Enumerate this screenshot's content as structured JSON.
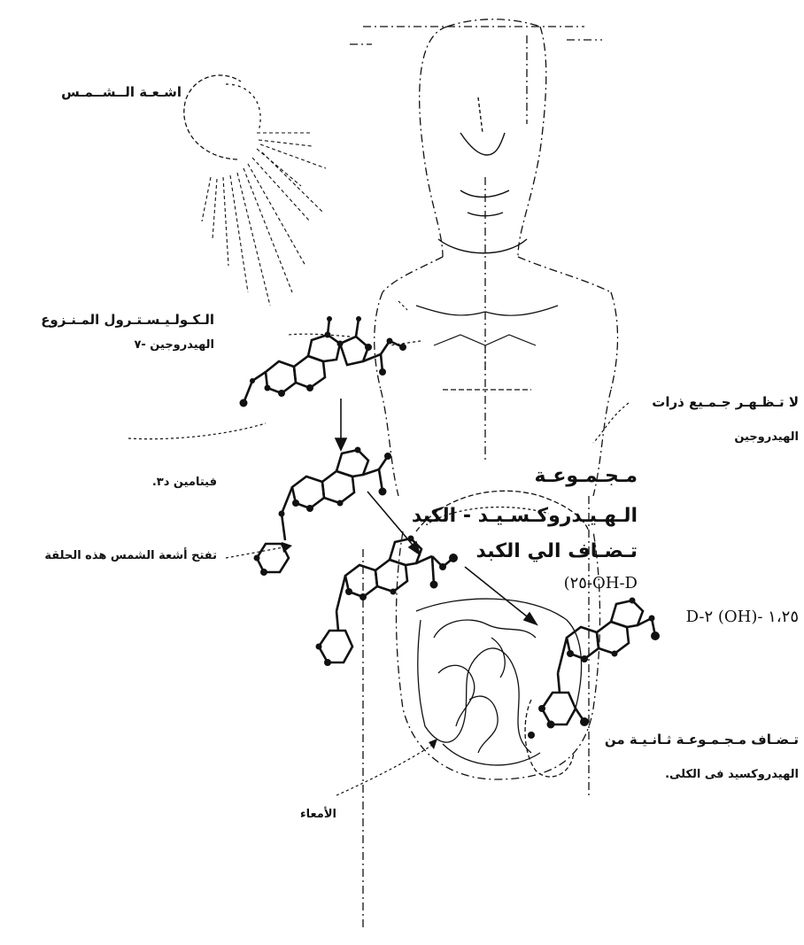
{
  "diagram": {
    "labels": {
      "sun_rays": "اشـعـة الــشــمـس",
      "cholesterol_line1": "الـكـولـيـسـتـرول المـنـزوع",
      "cholesterol_line2": "الهيدروجين -٧",
      "no_hydrogen_line1": "لا تـظـهـر جـمـيع ذرات",
      "no_hydrogen_line2": "الهيدروجين",
      "hydroxyl_line1": "مـجـمـوعـة",
      "hydroxyl_line2": "الـهـيـدروكـسـيـد - الكبد",
      "hydroxyl_line3": "تـضـاف الي الكبد",
      "oh_d_25": "(٢٥-OH-D",
      "oh2_d": "D-٢ (OH)- ١،٢٥",
      "vitamin_d3": "فيتامين د٣.",
      "sun_opens_ring": "تفتح أشعة الشمس هذه الحلقة",
      "second_group_line1": "تـضـاف مـجـمـوعـة ثـانـيـة من",
      "second_group_line2": "الهيدروكسيد فى الكلى.",
      "intestines": "الأمعاء"
    },
    "colors": {
      "ink": "#111111",
      "background": "#ffffff"
    }
  }
}
